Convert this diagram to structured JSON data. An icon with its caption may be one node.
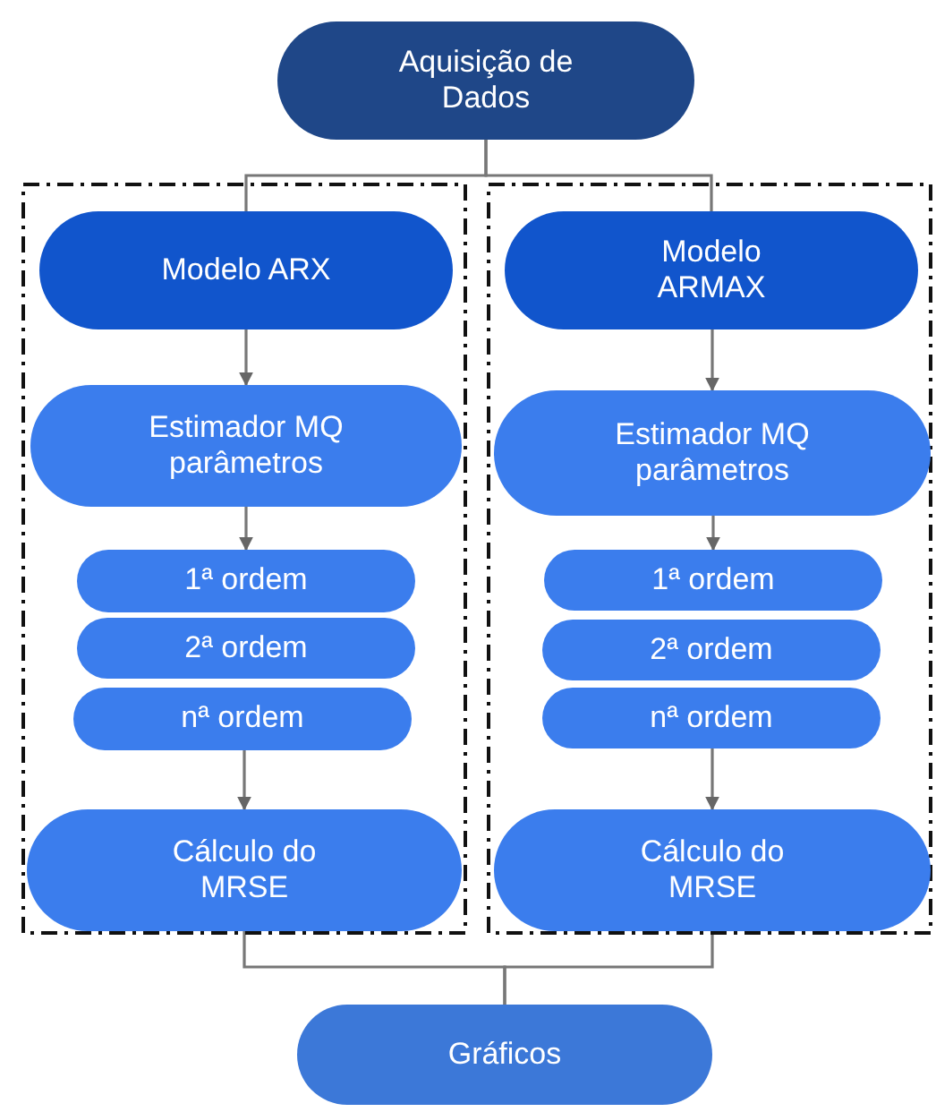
{
  "diagram": {
    "nodes": [
      {
        "text": [
          "Aquisição de Dados"
        ]
      },
      {
        "text": [],
        "shape": "box"
      },
      {
        "text": [
          "Modelo ARX"
        ],
        "in": 1
      },
      {
        "text": [
          "Estimador MQ parâmetros"
        ],
        "in": 1
      },
      {
        "text": [
          "1ª ordem"
        ],
        "in": 1
      },
      {
        "text": [
          "2ª ordem"
        ],
        "in": 1
      },
      {
        "text": [
          "nª ordem"
        ],
        "in": 1
      },
      {
        "text": [
          "Cálculo do MRSE"
        ],
        "in": 1
      },
      {
        "text": [],
        "shape": "box"
      },
      {
        "text": [
          "Modelo ARMAX"
        ],
        "in": 8
      },
      {
        "text": [
          "Estimador MQ parâmetros"
        ],
        "in": 8
      },
      {
        "text": [
          "1ª ordem"
        ],
        "in": 8
      },
      {
        "text": [
          "2ª ordem"
        ],
        "in": 8
      },
      {
        "text": [
          "nª ordem"
        ],
        "in": 8
      },
      {
        "text": [
          "Cálculo do MRSE"
        ],
        "in": 8
      },
      {
        "text": [
          "Gráficos"
        ]
      }
    ],
    "edges": [
      {
        "from": 0,
        "to": 2,
        "arrow": "none"
      },
      {
        "from": 0,
        "to": 9,
        "arrow": "none"
      },
      {
        "from": 2,
        "to": 3,
        "arrow": "to"
      },
      {
        "from": 3,
        "to": 4,
        "arrow": "to"
      },
      {
        "from": 6,
        "to": 7,
        "arrow": "to"
      },
      {
        "from": 9,
        "to": 10,
        "arrow": "to"
      },
      {
        "from": 10,
        "to": 11,
        "arrow": "to"
      },
      {
        "from": 13,
        "to": 14,
        "arrow": "to"
      },
      {
        "from": 7,
        "to": 15,
        "arrow": "none"
      },
      {
        "from": 14,
        "to": 15,
        "arrow": "none"
      }
    ]
  }
}
